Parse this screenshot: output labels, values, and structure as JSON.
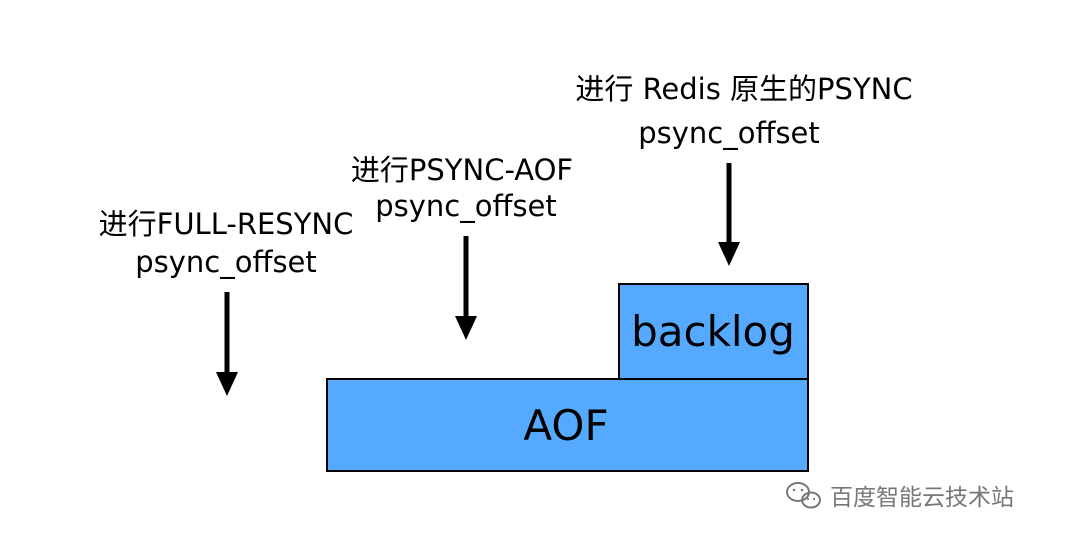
{
  "labels": {
    "full_resync": {
      "title": "进行FULL-RESYNC",
      "sub": "psync_offset"
    },
    "psync_aof": {
      "title": "进行PSYNC-AOF",
      "sub": "psync_offset"
    },
    "native_psync": {
      "title": "进行 Redis 原生的PSYNC",
      "sub": "psync_offset"
    }
  },
  "boxes": {
    "aof": "AOF",
    "backlog": "backlog"
  },
  "watermark": {
    "text": "百度智能云技术站",
    "icon": "wechat-icon"
  },
  "colors": {
    "box_fill": "#55AAFF",
    "box_stroke": "#000000",
    "arrow": "#000000",
    "watermark": "#777777"
  }
}
